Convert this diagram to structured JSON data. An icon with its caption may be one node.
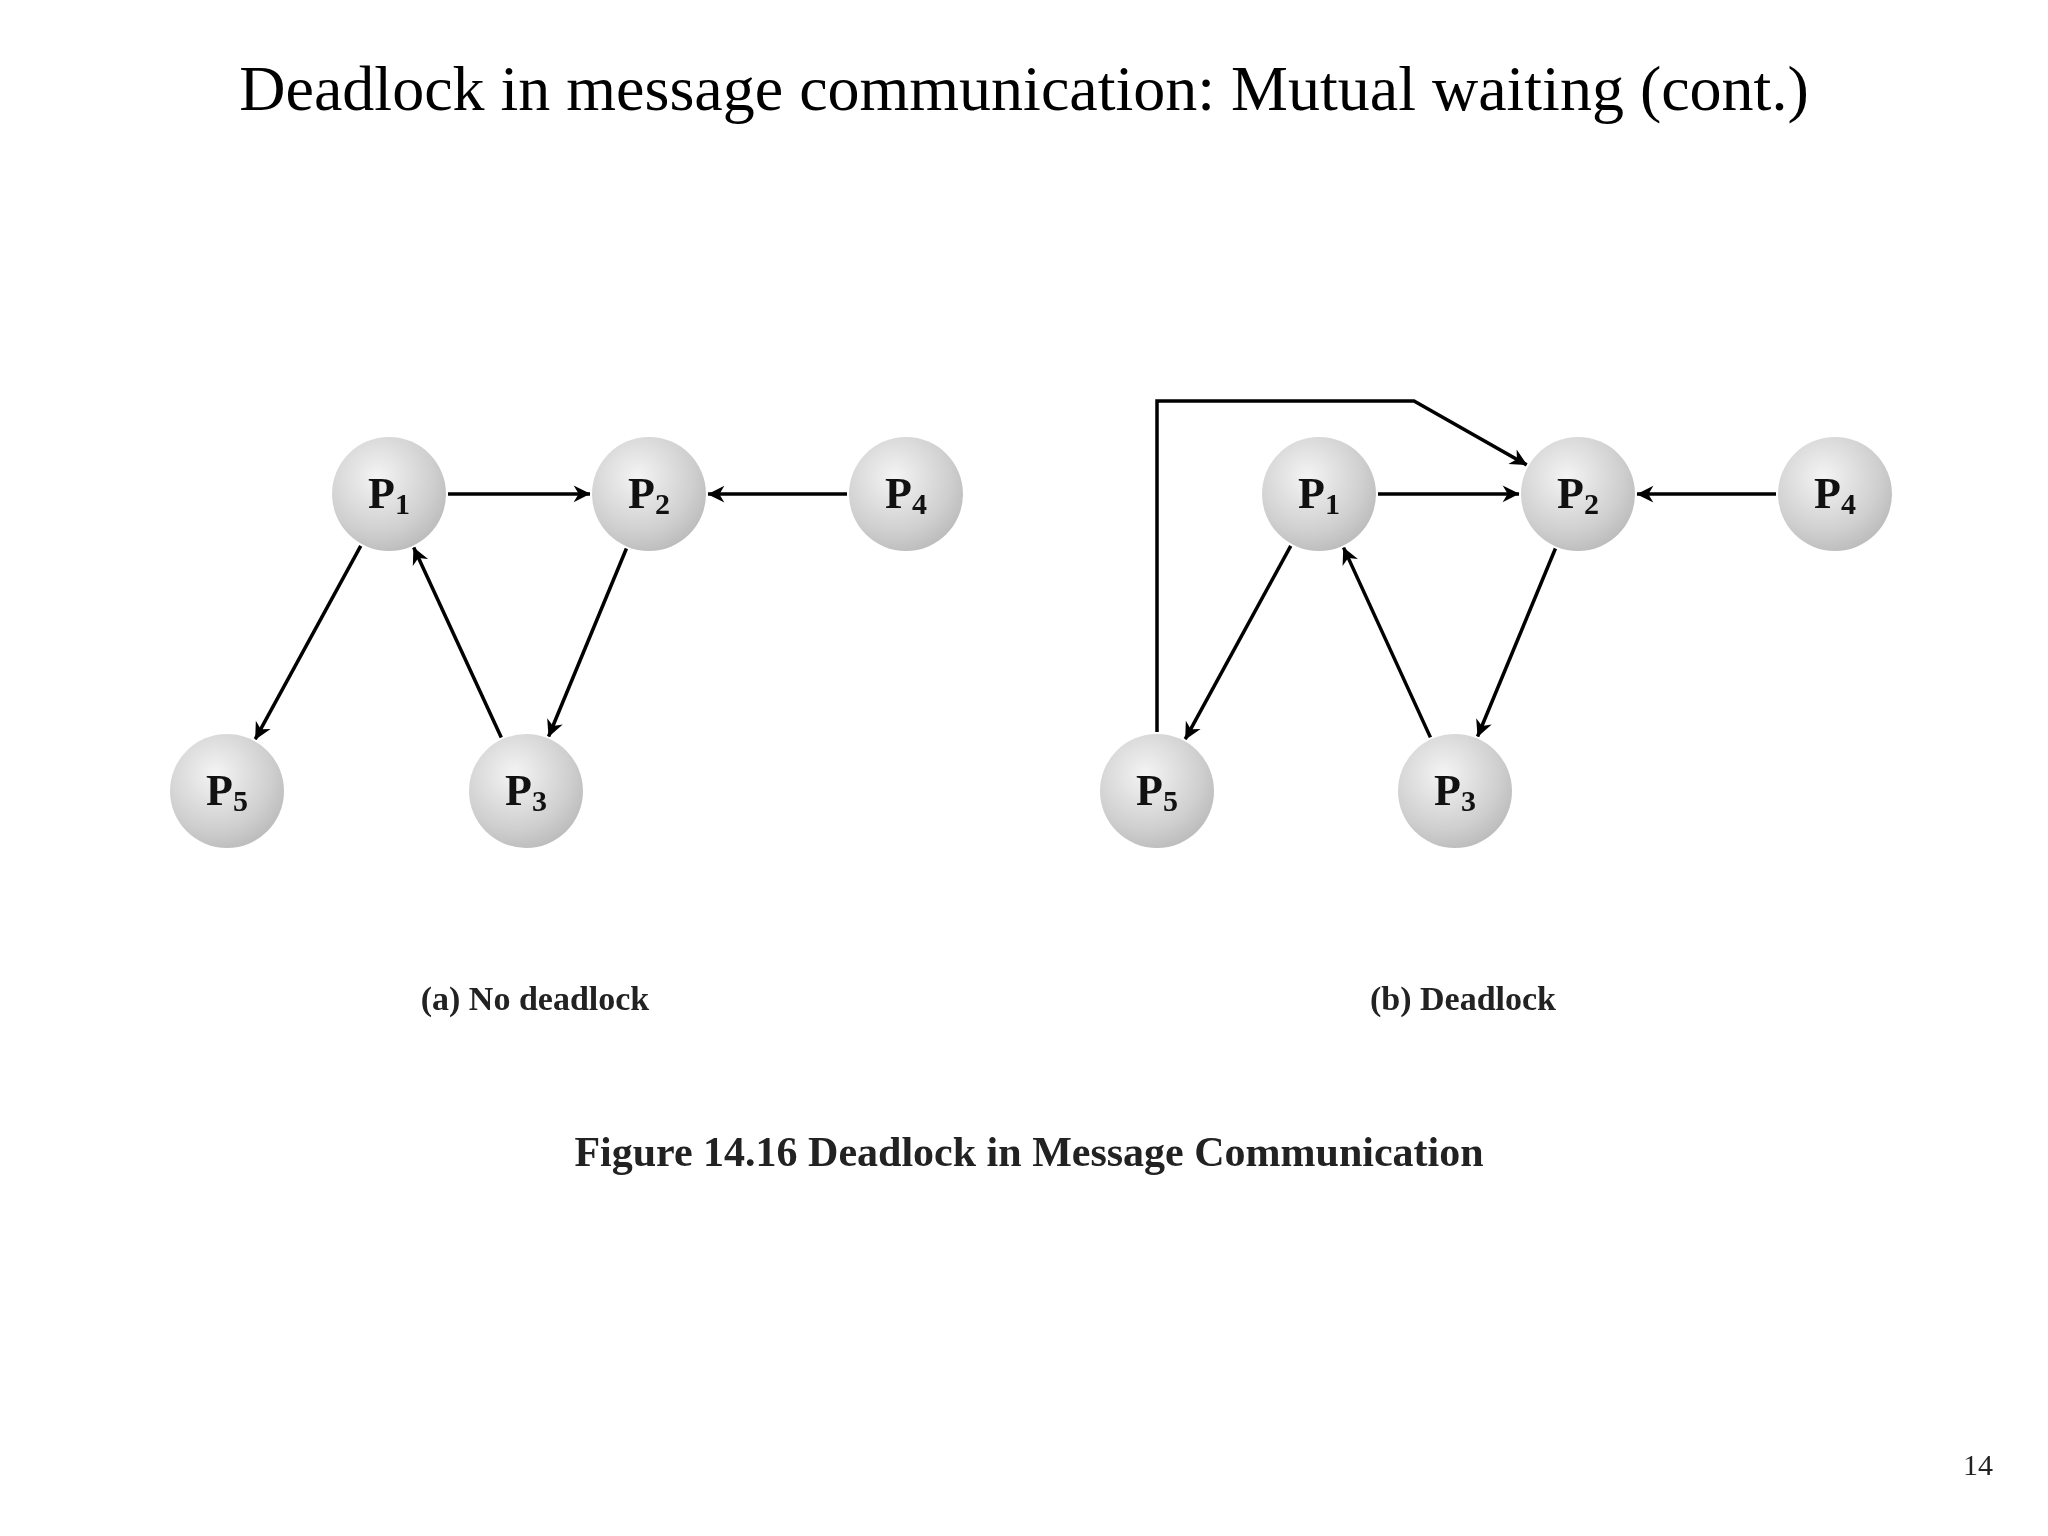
{
  "diagram": {
    "title": "Deadlock in message communication: Mutual waiting (cont.)",
    "caption": "Figure 14.16 Deadlock in Message Communication",
    "nodes": [
      {
        "text": [
          "P$_{1}$"
        ]
      },
      {
        "text": [
          "P$_{2}$"
        ]
      },
      {
        "text": [
          "P$_{4}$"
        ]
      },
      {
        "text": [
          "P$_{5}$"
        ]
      },
      {
        "text": [
          "P$_{3}$"
        ]
      },
      {
        "text": [
          "P$_{1}$"
        ]
      },
      {
        "text": [
          "P$_{2}$"
        ]
      },
      {
        "text": [
          "P$_{4}$"
        ]
      },
      {
        "text": [
          "P$_{5}$"
        ]
      },
      {
        "text": [
          "P$_{3}$"
        ]
      }
    ],
    "edges": [
      {
        "from": 0,
        "to": 1,
        "arrow": "to"
      },
      {
        "from": 2,
        "to": 1,
        "arrow": "to"
      },
      {
        "from": 0,
        "to": 3,
        "arrow": "to"
      },
      {
        "from": 4,
        "to": 0,
        "arrow": "to"
      },
      {
        "from": 1,
        "to": 4,
        "arrow": "to"
      },
      {
        "from": 5,
        "to": 6,
        "arrow": "to"
      },
      {
        "from": 7,
        "to": 6,
        "arrow": "to"
      },
      {
        "from": 5,
        "to": 8,
        "arrow": "to"
      },
      {
        "from": 9,
        "to": 5,
        "arrow": "to"
      },
      {
        "from": 6,
        "to": 9,
        "arrow": "to"
      },
      {
        "from": 8,
        "to": 6,
        "arrow": "to"
      }
    ],
    "labels": [
      "(a) No deadlock",
      "(b) Deadlock",
      "14"
    ]
  }
}
